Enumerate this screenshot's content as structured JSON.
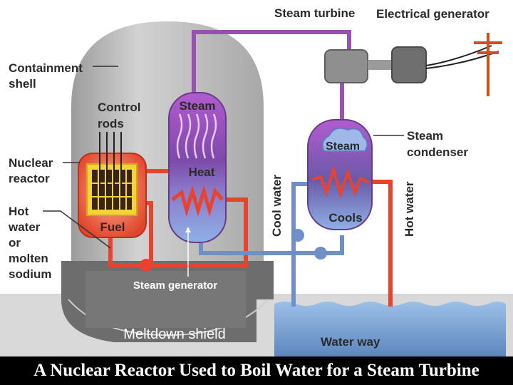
{
  "labels": {
    "steam_turbine": "Steam turbine",
    "electrical_generator": "Electrical generator",
    "containment_shell_1": "Containment",
    "containment_shell_2": "shell",
    "control_rods_1": "Control",
    "control_rods_2": "rods",
    "nuclear_reactor_1": "Nuclear",
    "nuclear_reactor_2": "reactor",
    "hot_water_1": "Hot",
    "hot_water_2": "water",
    "hot_water_3": "or",
    "hot_water_4": "molten",
    "hot_water_5": "sodium",
    "fuel": "Fuel",
    "steam": "Steam",
    "heat": "Heat",
    "steam_generator": "Steam generator",
    "meltdown_shield": "Meltdown shield",
    "steam_condenser_1": "Steam",
    "steam_condenser_2": "condenser",
    "condenser_steam": "Steam",
    "cools": "Cools",
    "cool_water": "Cool water",
    "hot_water_vertical": "Hot water",
    "water_way": "Water way"
  },
  "caption": "A Nuclear Reactor Used to Boil Water for a Steam Turbine",
  "colors": {
    "hot_pipe": "#e8432e",
    "cool_pipe": "#6f8fc9",
    "steam_pipe": "#9b4fb5",
    "dome": "#b9b9b9",
    "water": "#7aa6d6"
  }
}
